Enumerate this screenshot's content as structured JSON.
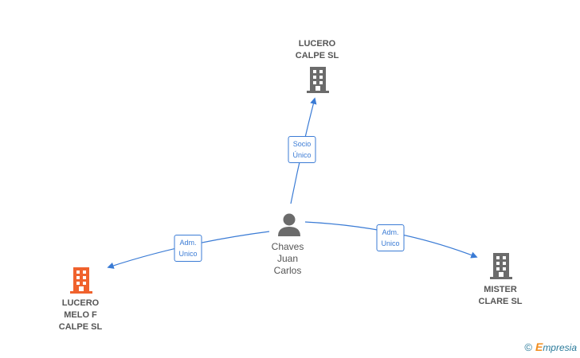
{
  "nodes": {
    "center": {
      "lines": [
        "Chaves",
        "Juan",
        "Carlos"
      ]
    },
    "top": {
      "lines": [
        "LUCERO",
        "CALPE  SL"
      ],
      "color": "#6b6b6b"
    },
    "left": {
      "lines": [
        "LUCERO",
        "MELO F",
        "CALPE  SL"
      ],
      "color": "#f0622d"
    },
    "right": {
      "lines": [
        "MISTER",
        "CLARE  SL"
      ],
      "color": "#6b6b6b"
    }
  },
  "edges": {
    "top": {
      "lines": [
        "Socio",
        "Único"
      ]
    },
    "left": {
      "lines": [
        "Adm.",
        "Unico"
      ]
    },
    "right": {
      "lines": [
        "Adm.",
        "Unico"
      ]
    }
  },
  "colors": {
    "edge": "#3a7bd5",
    "person": "#6b6b6b"
  },
  "brand": {
    "copyright": "©",
    "name_initial": "E",
    "name_rest": "mpresia"
  }
}
